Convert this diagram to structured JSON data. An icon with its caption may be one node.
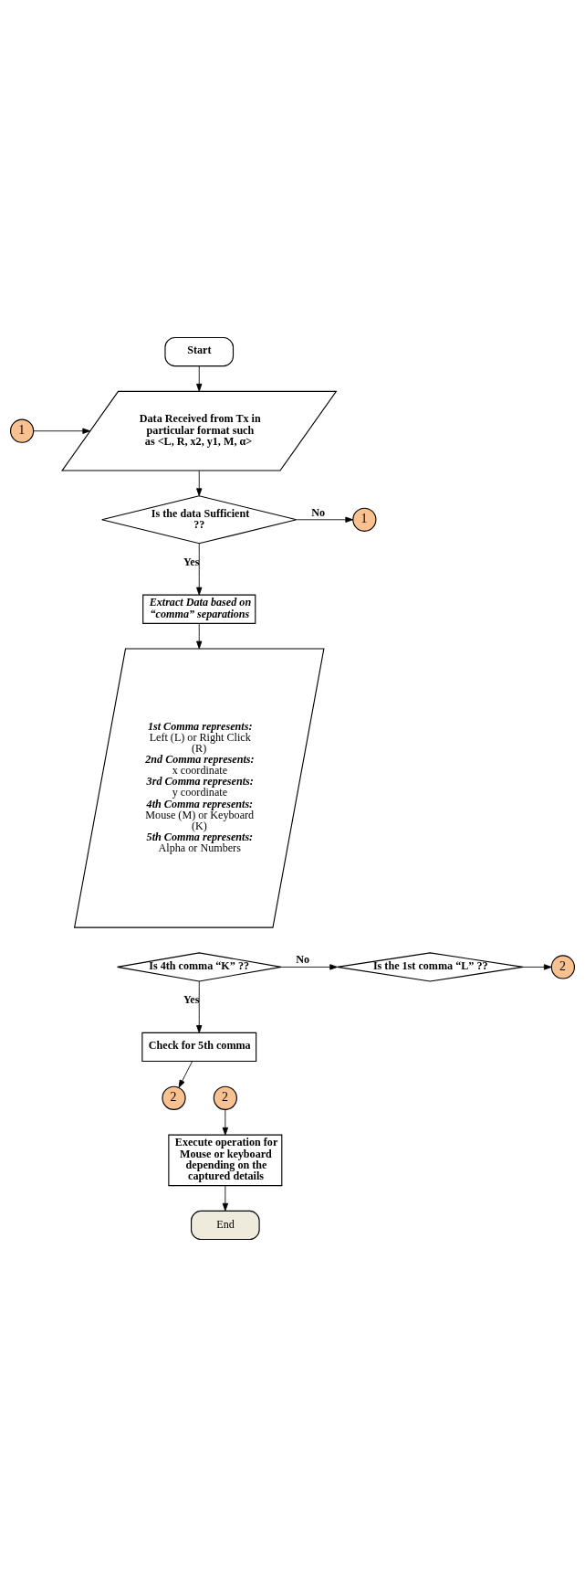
{
  "diagram": {
    "nodes": [
      {
        "text": [
          "Start"
        ]
      },
      {
        "text": [
          "Data Received from Tx in particular format such as <L, R, x2, y1, M, α>"
        ]
      },
      {
        "text": [
          "1"
        ]
      },
      {
        "text": [
          "Is the data Sufficient ??"
        ]
      },
      {
        "text": [
          "1"
        ]
      },
      {
        "text": [
          "Extract Data based on “comma” separations"
        ]
      },
      {
        "text": [
          "1st Comma represents:",
          "Left (L) or Right Click (R)",
          "2nd Comma represents:",
          "x coordinate",
          "3rd Comma represents:",
          "y coordinate",
          "4th Comma represents:",
          "Mouse (M) or Keyboard (K)",
          "5th Comma represents:",
          "Alpha or Numbers"
        ]
      },
      {
        "text": [
          "Is 4th comma “K” ??"
        ]
      },
      {
        "text": [
          "Is the 1st comma “L” ??"
        ]
      },
      {
        "text": [
          "2"
        ]
      },
      {
        "text": [
          "Check for 5th comma"
        ]
      },
      {
        "text": [
          "2"
        ]
      },
      {
        "text": [
          "2"
        ]
      },
      {
        "text": [
          "Execute operation for Mouse or keyboard depending on the captured details"
        ]
      },
      {
        "text": [
          "End"
        ]
      }
    ],
    "edges": [
      {
        "from": 0,
        "to": 1,
        "arrow": "to"
      },
      {
        "from": 2,
        "to": 1,
        "arrow": "to"
      },
      {
        "from": 1,
        "to": 3,
        "arrow": "to"
      },
      {
        "from": 3,
        "to": 4,
        "label": "No",
        "arrow": "to"
      },
      {
        "from": 3,
        "to": 5,
        "label": "Yes",
        "arrow": "to"
      },
      {
        "from": 5,
        "to": 6,
        "arrow": "to"
      },
      {
        "from": 7,
        "to": 8,
        "label": "No",
        "arrow": "to"
      },
      {
        "from": 8,
        "to": 9,
        "arrow": "to"
      },
      {
        "from": 7,
        "to": 10,
        "label": "Yes",
        "arrow": "to"
      },
      {
        "from": 10,
        "to": 11,
        "arrow": "to"
      },
      {
        "from": 12,
        "to": 13,
        "arrow": "to"
      },
      {
        "from": 13,
        "to": 14,
        "arrow": "to"
      }
    ]
  }
}
